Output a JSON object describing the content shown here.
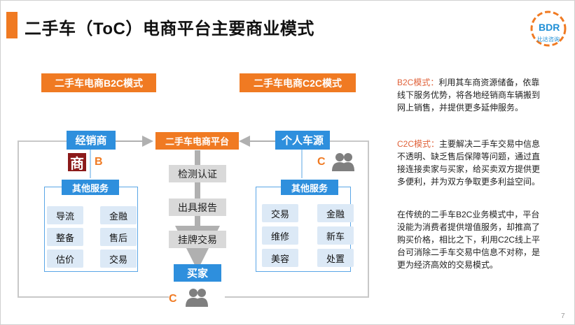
{
  "title": "二手车（ToC）电商平台主要商业模式",
  "logo": {
    "text": "BDR",
    "sub": "比达咨询"
  },
  "left_model": "二手车电商B2C模式",
  "right_model": "二手车电商C2C模式",
  "platform": "二手车电商平台",
  "dealer": "经销商",
  "dealer_icon_char": "商",
  "dealer_letter": "B",
  "individual": "个人车源",
  "individual_letter": "C",
  "buyer": "买家",
  "buyer_letter": "C",
  "steps": [
    "检测认证",
    "出具报告",
    "挂牌交易"
  ],
  "left_services": {
    "title": "其他服务",
    "items": [
      "导流",
      "金融",
      "整备",
      "售后",
      "估价",
      "交易"
    ]
  },
  "right_services": {
    "title": "其他服务",
    "items": [
      "交易",
      "金融",
      "维修",
      "新车",
      "美容",
      "处置"
    ]
  },
  "notes": {
    "b2c_label": "B2C模式：",
    "b2c_text": "利用其车商资源储备，依靠线下服务优势，将各地经销商车辆搬到网上销售，并提供更多延伸服务。",
    "c2c_label": "C2C模式：",
    "c2c_text": "主要解决二手车交易中信息不透明、缺乏售后保障等问题，通过直接连接卖家与买家，给买卖双方提供更多便利，并为双方争取更多利益空间。",
    "summary": "在传统的二手车B2C业务模式中，平台没能为消费者提供增值服务，却推高了购买价格，相比之下，利用C2C线上平台可消除二手车交易中信息不对称，是更为经济高效的交易模式。"
  },
  "page_number": "7",
  "colors": {
    "orange": "#f07a22",
    "blue": "#2e8fdd",
    "gray": "#d9d9d9",
    "light_blue": "#dce9f6"
  }
}
